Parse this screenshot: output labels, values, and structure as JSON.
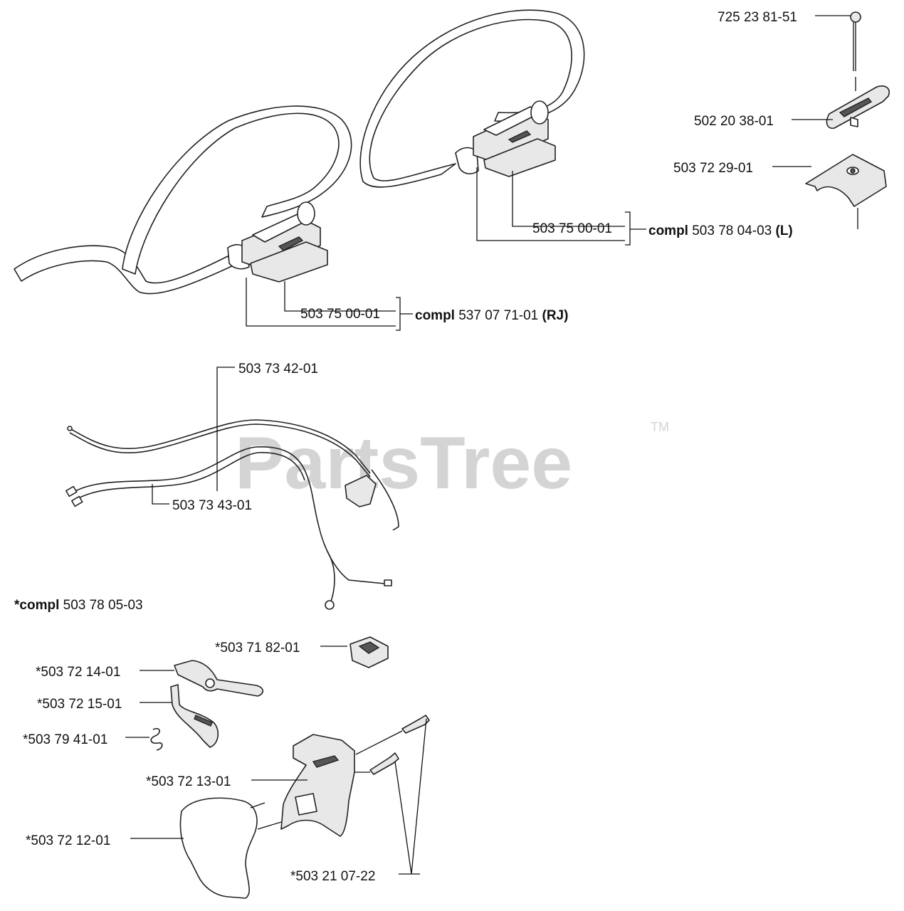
{
  "watermark": {
    "text": "PartsTree",
    "tm": "TM"
  },
  "labels": {
    "p725238151": "725 23 81-51",
    "p502203801": "502 20 38-01",
    "p503722901": "503 72 29-01",
    "p503750001_l": "503 75 00-01",
    "compl_l_prefix": "compl",
    "compl_l_num": " 503 78 04-03 ",
    "compl_l_suffix": "(L)",
    "p503750001_rj": "503 75 00-01",
    "compl_rj_prefix": "compl",
    "compl_rj_num": " 537 07 71-01 ",
    "compl_rj_suffix": "(RJ)",
    "p503734201": "503 73 42-01",
    "p503734301": "503 73 43-01",
    "compl_wire_prefix": "*compl",
    "compl_wire_num": " 503 78 05-03",
    "p503718201": "*503 71 82-01",
    "p503721401": "*503 72 14-01",
    "p503721501": "*503 72 15-01",
    "p503794101": "*503 79 41-01",
    "p503721301": "*503 72 13-01",
    "p503721201": "*503 72 12-01",
    "p503210722": "*503 21 07-22"
  }
}
